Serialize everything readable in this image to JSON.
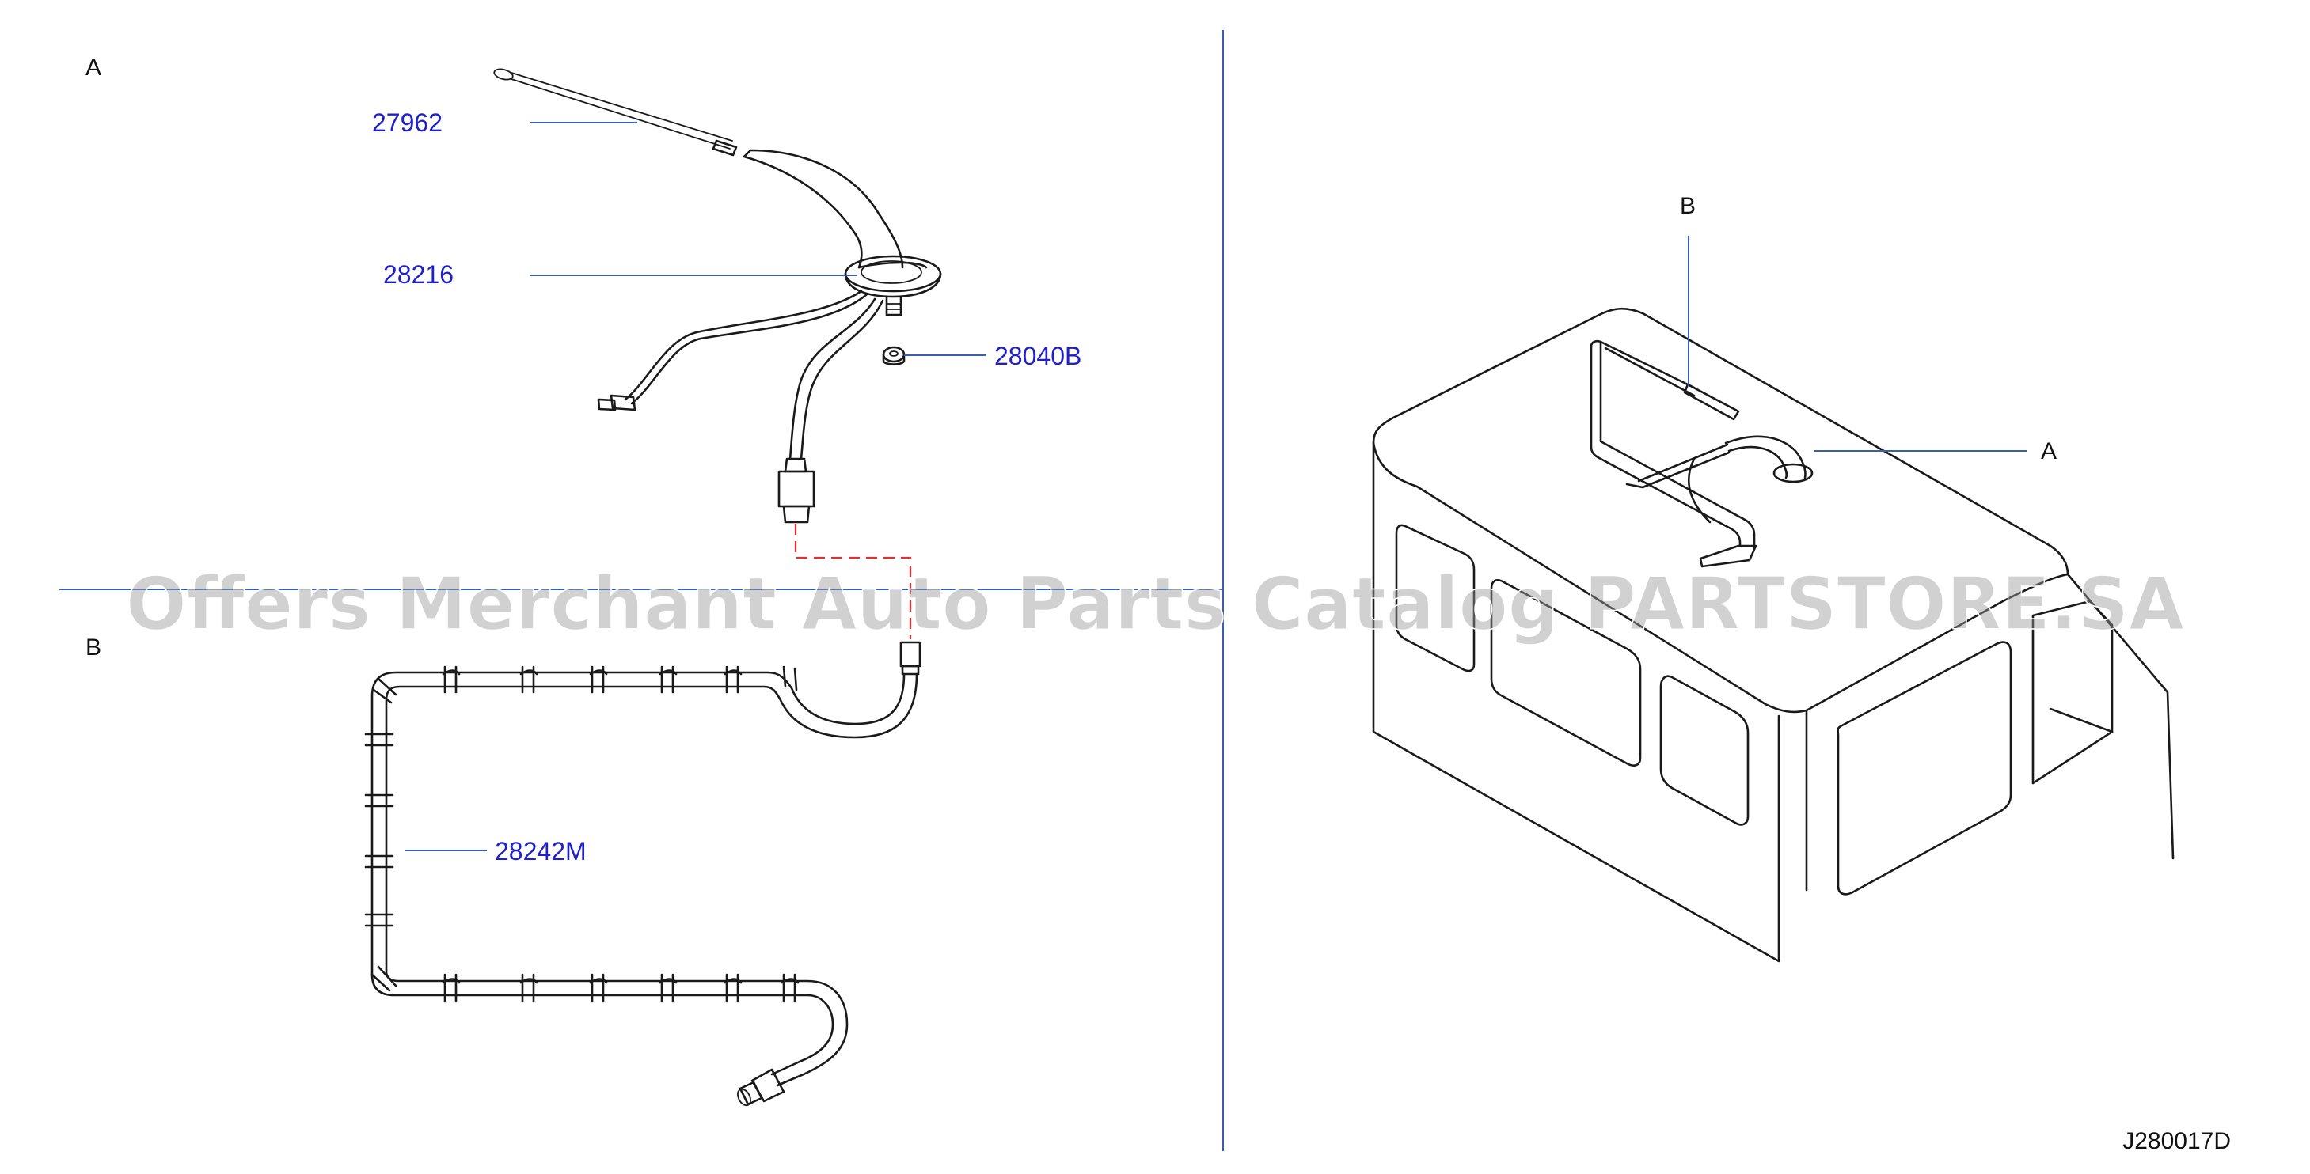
{
  "watermark": "Offers Merchant Auto Parts Catalog PARTSTORE.SA",
  "diagram_code": "J280017D",
  "colors": {
    "part_number": "#1f1fcc",
    "leader_line": "#3b5fb0",
    "connector_dash": "#e03030",
    "line_art": "#1a1a1a"
  },
  "views": {
    "detail_a_label": "A",
    "detail_b_label": "B",
    "vehicle_callout_a": "A",
    "vehicle_callout_b": "B"
  },
  "parts": [
    {
      "number": "27962"
    },
    {
      "number": "28216"
    },
    {
      "number": "28040B"
    },
    {
      "number": "28242M"
    }
  ]
}
